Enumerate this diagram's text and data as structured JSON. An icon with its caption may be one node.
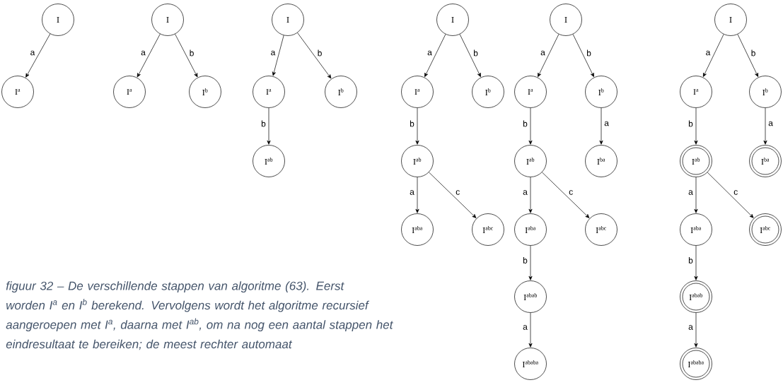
{
  "diagram": {
    "caption": "figuur 32 – De verschillende stappen van algoritme (63). Eerst worden I$^{a}$ en I$^{b}$ berekend. Vervolgens wordt het algoritme recursief aangeroepen met I$^{a}$, daarna met I$^{ab}$, om na nog een aantal stappen het eindresultaat te bereiken; de meest rechter automaat",
    "nodes": [
      {
        "text": [
          "I"
        ]
      },
      {
        "text": [
          "I$^{a}$"
        ]
      },
      {
        "text": [
          "I"
        ]
      },
      {
        "text": [
          "I$^{a}$"
        ]
      },
      {
        "text": [
          "I$^{b}$"
        ]
      },
      {
        "text": [
          "I"
        ]
      },
      {
        "text": [
          "I$^{a}$"
        ]
      },
      {
        "text": [
          "I$^{b}$"
        ]
      },
      {
        "text": [
          "I$^{ab}$"
        ]
      },
      {
        "text": [
          "I"
        ]
      },
      {
        "text": [
          "I$^{a}$"
        ]
      },
      {
        "text": [
          "I$^{b}$"
        ]
      },
      {
        "text": [
          "I$^{ab}$"
        ]
      },
      {
        "text": [
          "I$^{aba}$"
        ]
      },
      {
        "text": [
          "I$^{abc}$"
        ]
      },
      {
        "text": [
          "I"
        ]
      },
      {
        "text": [
          "I$^{a}$"
        ]
      },
      {
        "text": [
          "I$^{b}$"
        ]
      },
      {
        "text": [
          "I$^{ab}$"
        ]
      },
      {
        "text": [
          "I$^{ba}$"
        ]
      },
      {
        "text": [
          "I$^{aba}$"
        ]
      },
      {
        "text": [
          "I$^{abc}$"
        ]
      },
      {
        "text": [
          "I$^{abab}$"
        ]
      },
      {
        "text": [
          "I$^{ababa}$"
        ]
      },
      {
        "text": [
          "I"
        ]
      },
      {
        "text": [
          "I$^{a}$"
        ]
      },
      {
        "text": [
          "I$^{b}$"
        ]
      },
      {
        "text": [],
        "shape": "circle"
      },
      {
        "text": [
          "I$^{ab}$"
        ],
        "in": 27
      },
      {
        "text": [],
        "shape": "circle"
      },
      {
        "text": [
          "I$^{ba}$"
        ],
        "in": 29
      },
      {
        "text": [
          "I$^{aba}$"
        ]
      },
      {
        "text": [],
        "shape": "circle"
      },
      {
        "text": [
          "I$^{abc}$"
        ],
        "in": 32
      },
      {
        "text": [],
        "shape": "circle"
      },
      {
        "text": [
          "I$^{abab}$"
        ],
        "in": 34
      },
      {
        "text": [],
        "shape": "circle"
      },
      {
        "text": [
          "I$^{ababa}$"
        ],
        "in": 36
      }
    ],
    "edges": [
      {
        "from": 0,
        "to": 1,
        "arrow": "to",
        "label": "a"
      },
      {
        "from": 2,
        "to": 3,
        "arrow": "to",
        "label": "a"
      },
      {
        "from": 2,
        "to": 4,
        "arrow": "to",
        "label": "b"
      },
      {
        "from": 5,
        "to": 6,
        "arrow": "to",
        "label": "a"
      },
      {
        "from": 5,
        "to": 7,
        "arrow": "to",
        "label": "b"
      },
      {
        "from": 6,
        "to": 8,
        "arrow": "to",
        "label": "b"
      },
      {
        "from": 9,
        "to": 10,
        "arrow": "to",
        "label": "a"
      },
      {
        "from": 9,
        "to": 11,
        "arrow": "to",
        "label": "b"
      },
      {
        "from": 10,
        "to": 12,
        "arrow": "to",
        "label": "b"
      },
      {
        "from": 12,
        "to": 13,
        "arrow": "to",
        "label": "a"
      },
      {
        "from": 12,
        "to": 14,
        "arrow": "to",
        "label": "c"
      },
      {
        "from": 15,
        "to": 16,
        "arrow": "to",
        "label": "a"
      },
      {
        "from": 15,
        "to": 17,
        "arrow": "to",
        "label": "b"
      },
      {
        "from": 16,
        "to": 18,
        "arrow": "to",
        "label": "b"
      },
      {
        "from": 17,
        "to": 19,
        "arrow": "to",
        "label": "a"
      },
      {
        "from": 18,
        "to": 20,
        "arrow": "to",
        "label": "a"
      },
      {
        "from": 18,
        "to": 21,
        "arrow": "to",
        "label": "c"
      },
      {
        "from": 20,
        "to": 22,
        "arrow": "to",
        "label": "b"
      },
      {
        "from": 22,
        "to": 23,
        "arrow": "to",
        "label": "a"
      },
      {
        "from": 24,
        "to": 25,
        "arrow": "to",
        "label": "a"
      },
      {
        "from": 24,
        "to": 26,
        "arrow": "to",
        "label": "b"
      },
      {
        "from": 25,
        "to": 27,
        "arrow": "to",
        "label": "b"
      },
      {
        "from": 26,
        "to": 29,
        "arrow": "to",
        "label": "a"
      },
      {
        "from": 27,
        "to": 31,
        "arrow": "to",
        "label": "a"
      },
      {
        "from": 27,
        "to": 32,
        "arrow": "to",
        "label": "c"
      },
      {
        "from": 31,
        "to": 34,
        "arrow": "to",
        "label": "b"
      },
      {
        "from": 34,
        "to": 36,
        "arrow": "to",
        "label": "a"
      }
    ]
  }
}
